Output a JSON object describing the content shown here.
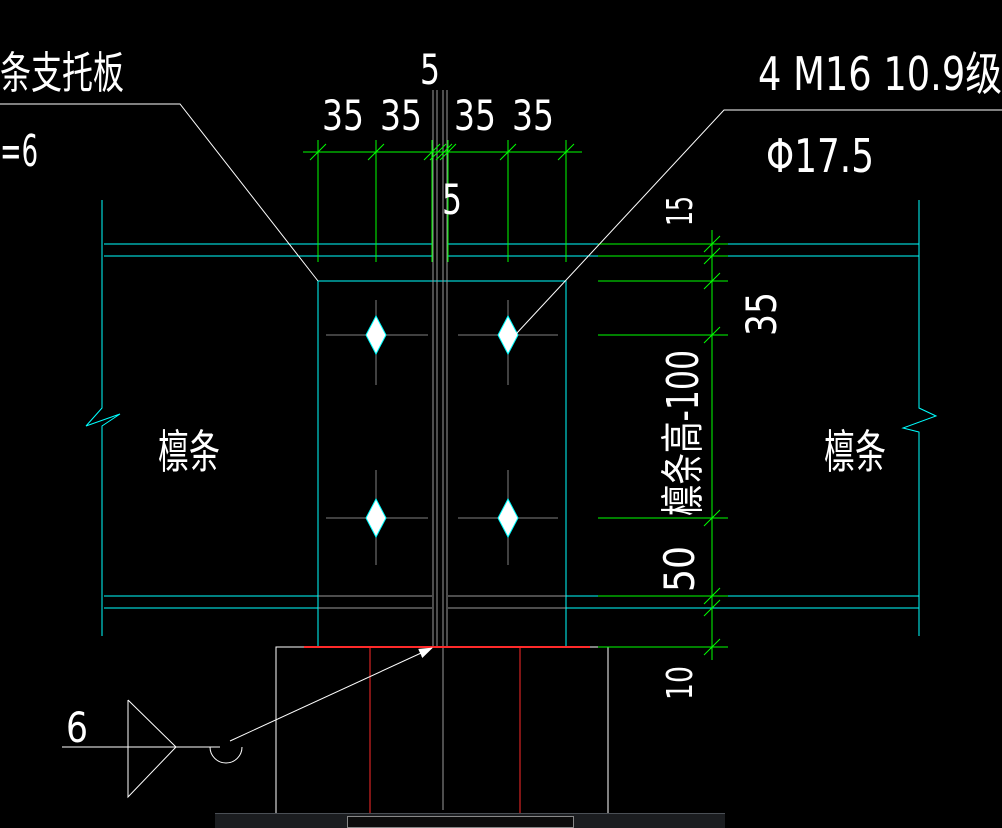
{
  "drawing": {
    "colors": {
      "background": "#000000",
      "cyan": "#00ffff",
      "green": "#00ff00",
      "white": "#ffffff",
      "red": "#ff0000",
      "gray": "#808080"
    },
    "labels": {
      "support_plate": "条支托板",
      "thickness": "=6",
      "bolts": "4 M16  10.9级",
      "hole": "Φ17.5",
      "purlin_left": "檩条",
      "purlin_right": "檩条",
      "purlin_height": "檩条高-100",
      "weld_size": "6"
    },
    "dims_top": [
      "35",
      "35",
      "35",
      "35"
    ],
    "dim_gap_top": "5",
    "dim_gap_mid": "5",
    "dims_right": {
      "d15": "15",
      "d35": "35",
      "d50": "50",
      "d10": "10"
    }
  }
}
